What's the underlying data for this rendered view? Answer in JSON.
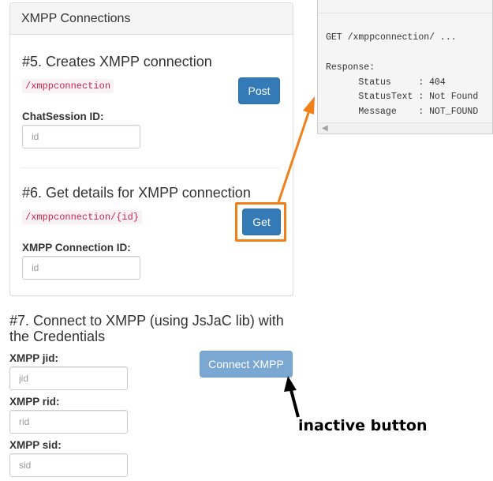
{
  "panel": {
    "title": "XMPP Connections",
    "sections": [
      {
        "title": "#5. Creates XMPP connection",
        "endpoint": "/xmppconnection",
        "button": "Post",
        "field_label": "ChatSession ID:",
        "field_placeholder": "id"
      },
      {
        "title": "#6. Get details for XMPP connection",
        "endpoint": "/xmppconnection/{id}",
        "button": "Get",
        "field_label": "XMPP Connection ID:",
        "field_placeholder": "id"
      }
    ]
  },
  "connect": {
    "title": "#7. Connect to XMPP (using JsJaC lib) with the Credentials",
    "button": "Connect XMPP",
    "fields": [
      {
        "label": "XMPP jid:",
        "placeholder": "jid"
      },
      {
        "label": "XMPP rid:",
        "placeholder": "rid"
      },
      {
        "label": "XMPP sid:",
        "placeholder": "sid"
      }
    ]
  },
  "response": {
    "request_line": "GET /xmppconnection/ ...",
    "heading": "Response:",
    "lines": [
      "      Status     : 404",
      "      StatusText : Not Found",
      "      Message    : NOT_FOUND"
    ]
  },
  "annotation": {
    "text": "inactive button",
    "highlight_color": "#f0801a",
    "arrow_color": "#000000"
  },
  "colors": {
    "primary": "#337ab7",
    "primary_disabled": "#7ba7d3",
    "code_text": "#c7254e",
    "code_bg": "#f9f2f4"
  }
}
